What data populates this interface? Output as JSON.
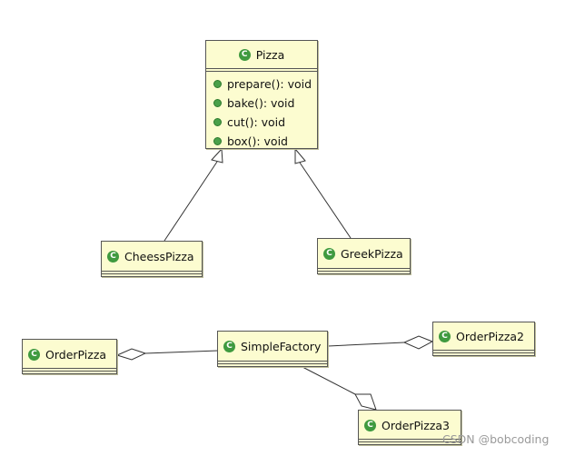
{
  "classes": {
    "pizza": {
      "name": "Pizza",
      "methods": [
        "prepare(): void",
        "bake(): void",
        "cut(): void",
        "box(): void"
      ]
    },
    "cheess_pizza": {
      "name": "CheessPizza"
    },
    "greek_pizza": {
      "name": "GreekPizza"
    },
    "order_pizza": {
      "name": "OrderPizza"
    },
    "simple_factory": {
      "name": "SimpleFactory"
    },
    "order_pizza2": {
      "name": "OrderPizza2"
    },
    "order_pizza3": {
      "name": "OrderPizza3"
    }
  },
  "class_icon_letter": "C",
  "colors": {
    "class_fill": "#fcfcd0",
    "class_border": "#555555",
    "icon_green": "#3f9a3f"
  },
  "watermark": "CSDN @bobcoding"
}
